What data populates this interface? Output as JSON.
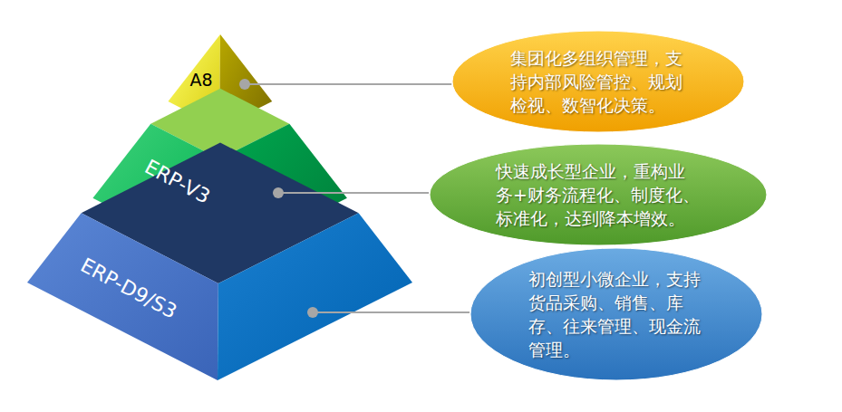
{
  "diagram": {
    "nodes": [
      {
        "text": [
          "A8"
        ]
      },
      {
        "text": [
          "集团化多组织管理，支持内部风险管控、规划检视、数智化决策。"
        ]
      },
      {
        "text": [
          "ERP-V3"
        ]
      },
      {
        "text": [
          "快速成长型企业，重构业务+财务流程化、制度化、标准化，达到降本增效。"
        ]
      },
      {
        "text": [
          "ERP-D9/S3"
        ]
      },
      {
        "text": [
          "初创型小微企业，支持货品采购、销售、库存、往来管理、现金流管理。"
        ]
      }
    ],
    "edges": [
      {
        "from": 0,
        "to": 1,
        "arrow": "none"
      },
      {
        "from": 2,
        "to": 3,
        "arrow": "none"
      },
      {
        "from": 4,
        "to": 5,
        "arrow": "none"
      }
    ]
  }
}
